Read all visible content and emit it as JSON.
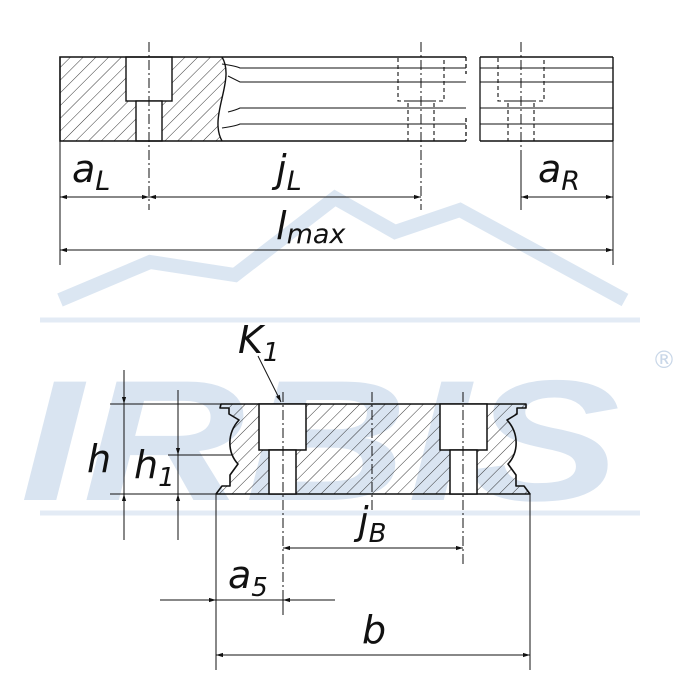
{
  "watermark": {
    "text": "IRBIS",
    "registered": "®"
  },
  "top_view": {
    "labels": {
      "a_L": {
        "main": "a",
        "sub": "L"
      },
      "j_L": {
        "main": "j",
        "sub": "L"
      },
      "a_R": {
        "main": "a",
        "sub": "R"
      },
      "l_max": {
        "main": "l",
        "sub": "max"
      }
    }
  },
  "cross_section": {
    "labels": {
      "K_1": {
        "main": "K",
        "sub": "1"
      },
      "h": {
        "main": "h"
      },
      "h_1": {
        "main": "h",
        "sub": "1"
      },
      "j_B": {
        "main": "j",
        "sub": "B"
      },
      "a_5": {
        "main": "a",
        "sub": "5"
      },
      "b": {
        "main": "b"
      }
    }
  },
  "colors": {
    "line": "#111111",
    "watermark": "#d9e4f1",
    "mountain": "#dbe6f2"
  }
}
